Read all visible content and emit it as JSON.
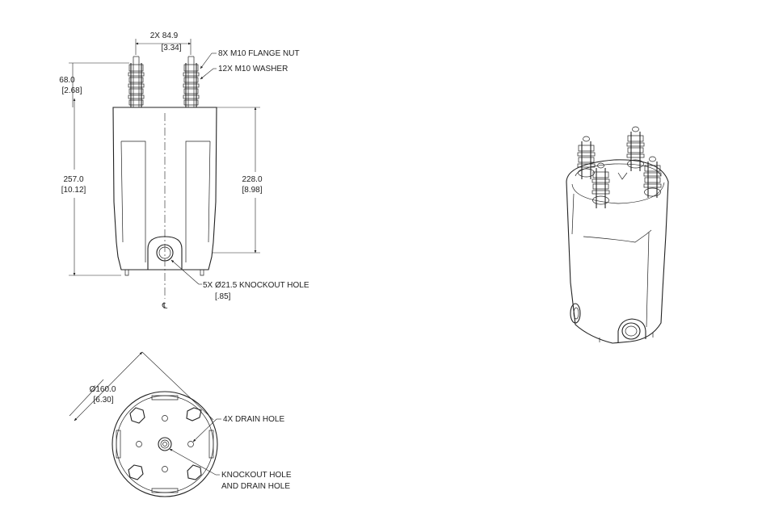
{
  "front_view": {
    "spacing_dim": "2X 84.9",
    "spacing_dim_in": "[3.34]",
    "nut_callout": "8X M10 FLANGE NUT",
    "washer_callout": "12X M10 WASHER",
    "stud_height": "68.0",
    "stud_height_in": "[2.68]",
    "overall_height": "257.0",
    "overall_height_in": "[10.12]",
    "body_height": "228.0",
    "body_height_in": "[8.98]",
    "knockout_callout": "5X Ø21.5 KNOCKOUT HOLE",
    "knockout_callout_in": "[.85]",
    "centerline_symbol": "℄"
  },
  "bottom_view": {
    "diameter": "Ø160.0",
    "diameter_in": "[6.30]",
    "drain_callout": "4X DRAIN HOLE",
    "knockout_drain_line1": "KNOCKOUT HOLE",
    "knockout_drain_line2": "AND DRAIN HOLE"
  }
}
